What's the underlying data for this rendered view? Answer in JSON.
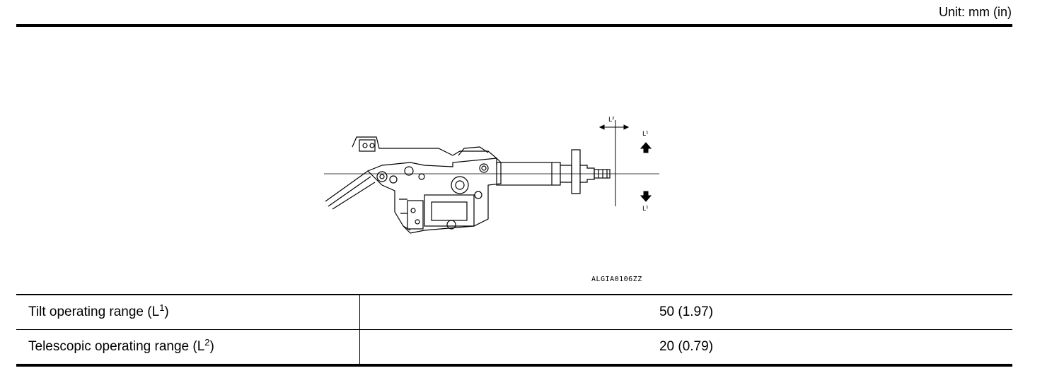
{
  "header": {
    "unit_label": "Unit: mm (in)"
  },
  "figure": {
    "code": "ALGIA0106ZZ",
    "callouts": {
      "l2": "L²",
      "l1_up": "L¹",
      "l1_down": "L¹"
    }
  },
  "table": {
    "rows": [
      {
        "label_text": "Tilt operating range (L",
        "label_sup": "1",
        "label_tail": ")",
        "value": "50 (1.97)"
      },
      {
        "label_text": "Telescopic operating range (L",
        "label_sup": "2",
        "label_tail": ")",
        "value": "20 (0.79)"
      }
    ]
  }
}
